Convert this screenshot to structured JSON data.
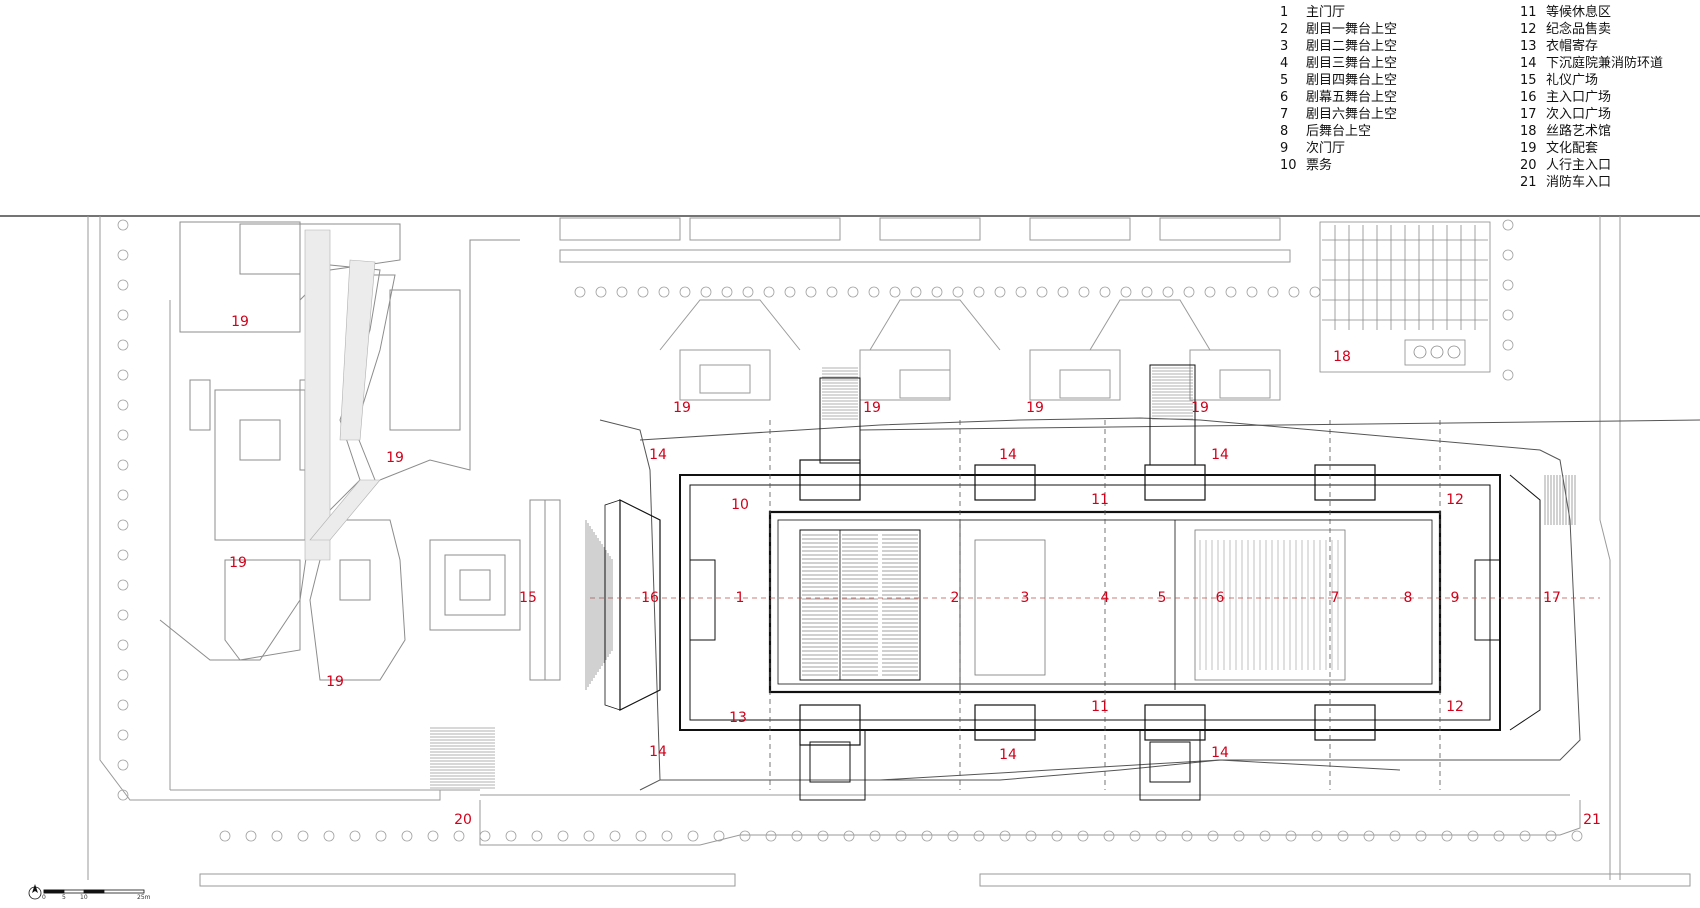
{
  "legend": {
    "left": [
      {
        "n": "1",
        "t": "主门厅"
      },
      {
        "n": "2",
        "t": "剧目一舞台上空"
      },
      {
        "n": "3",
        "t": "剧目二舞台上空"
      },
      {
        "n": "4",
        "t": "剧目三舞台上空"
      },
      {
        "n": "5",
        "t": "剧目四舞台上空"
      },
      {
        "n": "6",
        "t": "剧幕五舞台上空"
      },
      {
        "n": "7",
        "t": "剧目六舞台上空"
      },
      {
        "n": "8",
        "t": "后舞台上空"
      },
      {
        "n": "9",
        "t": "次门厅"
      },
      {
        "n": "10",
        "t": "票务"
      }
    ],
    "right": [
      {
        "n": "11",
        "t": "等候休息区"
      },
      {
        "n": "12",
        "t": "纪念品售卖"
      },
      {
        "n": "13",
        "t": "衣帽寄存"
      },
      {
        "n": "14",
        "t": "下沉庭院兼消防环道"
      },
      {
        "n": "15",
        "t": "礼仪广场"
      },
      {
        "n": "16",
        "t": "主入口广场"
      },
      {
        "n": "17",
        "t": "次入口广场"
      },
      {
        "n": "18",
        "t": "丝路艺术馆"
      },
      {
        "n": "19",
        "t": "文化配套"
      },
      {
        "n": "20",
        "t": "人行主入口"
      },
      {
        "n": "21",
        "t": "消防车入口"
      }
    ]
  },
  "labels": [
    "1",
    "2",
    "3",
    "4",
    "5",
    "6",
    "7",
    "8",
    "9",
    "10",
    "11",
    "11",
    "12",
    "12",
    "13",
    "14",
    "14",
    "14",
    "14",
    "14",
    "14",
    "15",
    "16",
    "17",
    "18",
    "19",
    "19",
    "19",
    "19",
    "19",
    "19",
    "19",
    "19",
    "20",
    "21"
  ],
  "scale": {
    "ticks": [
      "0",
      "5",
      "10",
      "25m"
    ]
  },
  "colors": {
    "label": "#d0021b",
    "line": "#222222",
    "light": "#9a9a9a"
  }
}
